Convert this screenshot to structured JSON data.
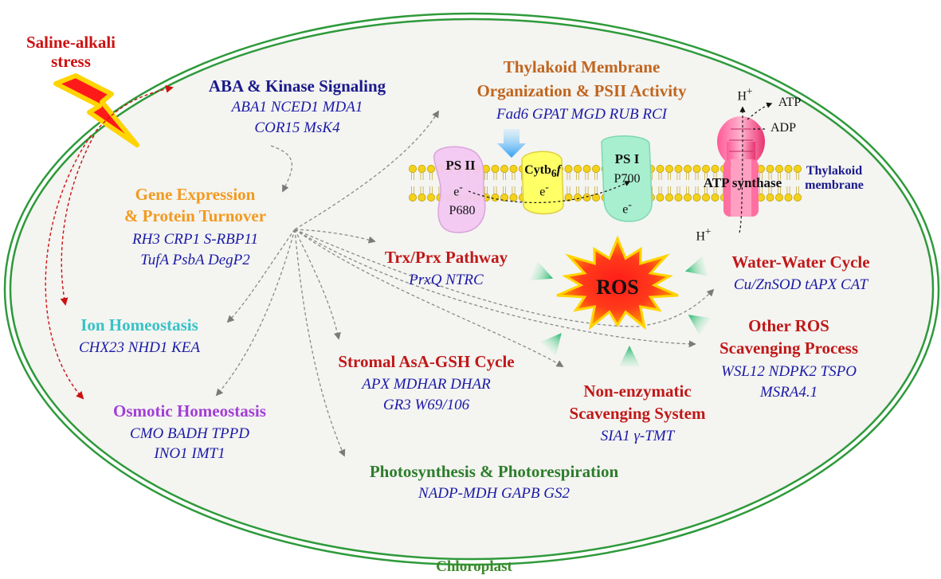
{
  "stress": {
    "line1": "Saline-alkali",
    "line2": "stress"
  },
  "chloroplast_label": "Chloroplast",
  "colors": {
    "membrane": "#2e9a3a",
    "stress": "#cc1111",
    "aba": "#1a1a8c",
    "gene_expression": "#f39a1e",
    "ion": "#37c3c7",
    "osmotic": "#a23fd6",
    "thylakoid": "#c0651e",
    "ros_modules": "#c01818",
    "photosynthesis": "#2d7d2b",
    "gene_text": "#1a1aa8"
  },
  "modules": {
    "aba": {
      "title": "ABA & Kinase Signaling",
      "genes1": "ABA1 NCED1 MDA1",
      "genes2": "COR15 MsK4"
    },
    "gene_expr": {
      "title1": "Gene Expression",
      "title2": "& Protein Turnover",
      "genes1": "RH3 CRP1 S-RBP11",
      "genes2": "TufA PsbA DegP2"
    },
    "ion": {
      "title": "Ion Homeostasis",
      "genes": "CHX23 NHD1 KEA"
    },
    "osmotic": {
      "title": "Osmotic Homeostasis",
      "genes1": "CMO BADH TPPD",
      "genes2": "INO1 IMT1"
    },
    "thylakoid": {
      "title1": "Thylakoid Membrane",
      "title2": "Organization & PSII Activity",
      "genes": "Fad6 GPAT MGD RUB RCI"
    },
    "trx": {
      "title": "Trx/Prx Pathway",
      "genes": "PrxQ NTRC"
    },
    "water": {
      "title": "Water-Water Cycle",
      "genes": "Cu/ZnSOD tAPX CAT"
    },
    "other_ros": {
      "title1": "Other ROS",
      "title2": "Scavenging Process",
      "genes1": "WSL12 NDPK2 TSPO",
      "genes2": "MSRA4.1"
    },
    "stromal": {
      "title": "Stromal AsA-GSH Cycle",
      "genes1": "APX MDHAR DHAR",
      "genes2": "GR3 W69/106"
    },
    "nonenz": {
      "title1": "Non-enzymatic",
      "title2": "Scavenging System",
      "genes": "SIA1 γ-TMT"
    },
    "photo": {
      "title": "Photosynthesis & Photorespiration",
      "genes": "NADP-MDH GAPB GS2"
    }
  },
  "ros": "ROS",
  "thylakoid_membrane": {
    "ps2": "PS II",
    "p680": "P680",
    "cytb6f": "Cytb",
    "cytb6f_sub": "6",
    "cytb6f_end": "f",
    "ps1": "PS I",
    "p700": "P700",
    "electron": "e",
    "atp_synthase": "ATP synthase",
    "label1": "Thylakoid",
    "label2": "membrane",
    "h_plus": "H",
    "atp": "ATP",
    "adp": "ADP"
  }
}
